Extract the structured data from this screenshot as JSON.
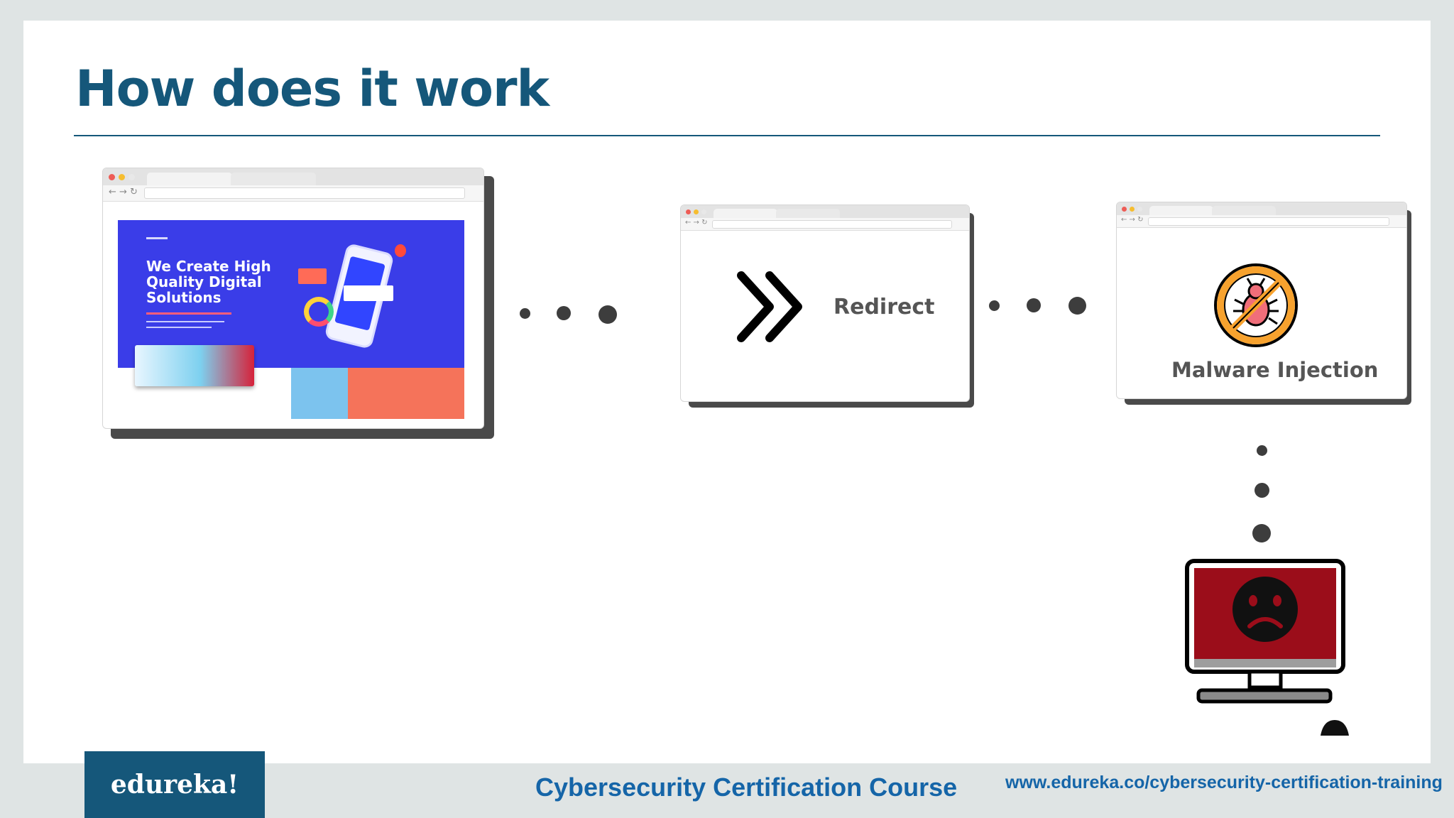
{
  "slide": {
    "title": "How does it work"
  },
  "website": {
    "hero_title": "We Create High Quality Digital Solutions"
  },
  "windows": {
    "redirect_label": "Redirect",
    "malware_label": "Malware Injection"
  },
  "footer": {
    "logo": "edureka!",
    "course": "Cybersecurity Certification Course",
    "url": "www.edureka.co/cybersecurity-certification-training"
  },
  "colors": {
    "accent": "#15577a",
    "link": "#1565a8",
    "monitor_screen": "#9b0d1a"
  },
  "icons": [
    "double-chevron-right-icon",
    "no-bug-icon",
    "sad-computer-icon"
  ]
}
